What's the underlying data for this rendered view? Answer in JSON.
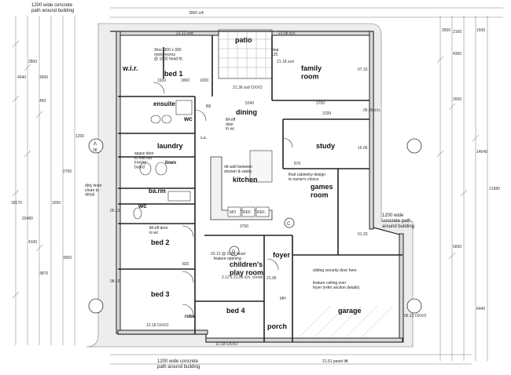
{
  "rooms": {
    "patio": "patio",
    "family_room": "family\nroom",
    "wir": "w.i.r.",
    "bed1": "bed 1",
    "ensuite": "ensuite",
    "wc1": "wc",
    "dining": "dining",
    "study": "study",
    "laundry": "laundry",
    "kitchen": "kitchen",
    "bathroom": "ba.rm",
    "wc2": "wc",
    "games_room": "games\nroom",
    "bed2": "bed 2",
    "children_play": "children's\nplay room",
    "foyer": "foyer",
    "bed3": "bed 3",
    "bed4": "bed 4",
    "porch": "porch",
    "garage": "garage",
    "linen": "linen",
    "robe": "robe"
  },
  "notes": {
    "path_top": "1200 wide concrete\npath around building",
    "path_right": "1200 wide\nconcrete path\naround building",
    "path_bottom": "1200 wide concrete\npath around building",
    "nook_recess": "3/no. 300 x 300\nnook recess\n@ 1800 head ht.",
    "liftoff_door": "lift-off\ndoor\nto wc",
    "liftoff_door2": "lift-off door\nto wc",
    "space_door": "space door\nto fold out\nironing\nboard",
    "dirty_linen": "dirty linen\nchute to\ndetail",
    "rib_wall": "rib wall between\nshower & vanity",
    "final_cabinetry": "final cabinetry design\nto owner's choice",
    "sliding_door": "sliding security door here",
    "feature_ceiling": "feature ceiling over\nfoyer (refer section details)",
    "feature_opening": "feature opening",
    "panel_lift": "21.51 panel lift",
    "steps": "step\n125",
    "sa": "s.a."
  },
  "dimensions": {
    "d1": "3900 o/h",
    "d2": "21.12 ssd",
    "d3": "21.06 d.h.",
    "d4": "21.18 ssd",
    "d5": "21.36 ssd OXXO",
    "d6": "5240",
    "d7": "3700",
    "d8": "3199",
    "d9": "3750",
    "d10": "18170",
    "d11": "20480",
    "d12": "21980",
    "d13": "14040",
    "d14": "12.18 OXXO",
    "d15": "12.18 OXXO",
    "d16": "21.06",
    "d17": "2.12 x 21.06 d.h. corner",
    "d18": "03.12 @ 2100 head",
    "d19": "06.12 OXXO",
    "d20": "5830",
    "d21": "6440",
    "d22": "2100",
    "d23": "3500",
    "d24": "4300",
    "d25": "2800",
    "d26": "4040",
    "d27": "1930",
    "d28": "1800",
    "d29": "2600",
    "d30": "3000",
    "d31": "3870",
    "d32": "3600",
    "d33": "1000",
    "d34": "820",
    "d35": "870",
    "d36": "2700",
    "d37": "4100",
    "d38": "1650",
    "d39": "1200",
    "d40": "450",
    "d41": "1500",
    "d42": "07.15",
    "d43": "16.06",
    "d44": "01.33",
    "d45": "06.06 d.h.",
    "d46": "05.12",
    "d47": "08.15",
    "d48": "REF.",
    "d49": "REF.",
    "d50": "MO",
    "d51": "MH",
    "d52": "B8",
    "d53": "A",
    "d54": "08",
    "d55": "C",
    "d56": "D"
  }
}
